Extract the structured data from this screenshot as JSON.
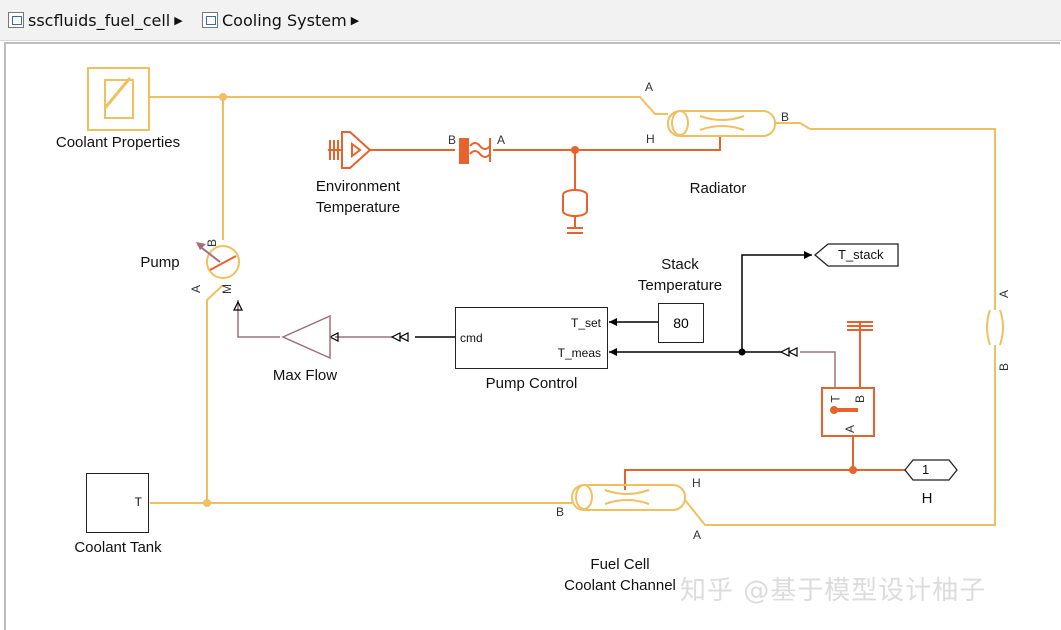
{
  "breadcrumb": {
    "items": [
      {
        "label": "sscfluids_fuel_cell",
        "icon": "model-icon"
      },
      {
        "label": "Cooling System",
        "icon": "subsystem-icon"
      }
    ]
  },
  "blocks": {
    "coolant_properties": {
      "label": "Coolant Properties"
    },
    "environment_temperature": {
      "label_line1": "Environment",
      "label_line2": "Temperature"
    },
    "radiator": {
      "label": "Radiator",
      "port_a": "A",
      "port_b": "B",
      "port_h": "H"
    },
    "conn_ba": {
      "port_b": "B",
      "port_a": "A"
    },
    "pump": {
      "label": "Pump",
      "port_a": "A",
      "port_b": "B",
      "port_m": "M"
    },
    "max_flow": {
      "label": "Max Flow"
    },
    "pump_control": {
      "label": "Pump Control",
      "in_tset": "T_set",
      "in_tmeas": "T_meas",
      "out_cmd": "cmd"
    },
    "stack_temperature": {
      "label_line1": "Stack",
      "label_line2": "Temperature",
      "value": "80"
    },
    "goto_tstack": {
      "label": "T_stack"
    },
    "pipe_right": {
      "port_a": "A",
      "port_b": "B"
    },
    "sensor": {
      "port_t": "T",
      "port_b": "B",
      "port_a": "A"
    },
    "outport_h": {
      "number": "1",
      "label": "H"
    },
    "coolant_tank": {
      "label": "Coolant Tank",
      "port_t": "T"
    },
    "fuel_cell_channel": {
      "label_line1": "Fuel Cell",
      "label_line2": "Coolant Channel",
      "port_a": "A",
      "port_b": "B",
      "port_h": "H"
    }
  },
  "watermark": "知乎 @基于模型设计柚子",
  "colors": {
    "fluid": "#f0c060",
    "thermal": "#e8622c",
    "signal": "#000000",
    "physical_signal": "#a0707a"
  }
}
